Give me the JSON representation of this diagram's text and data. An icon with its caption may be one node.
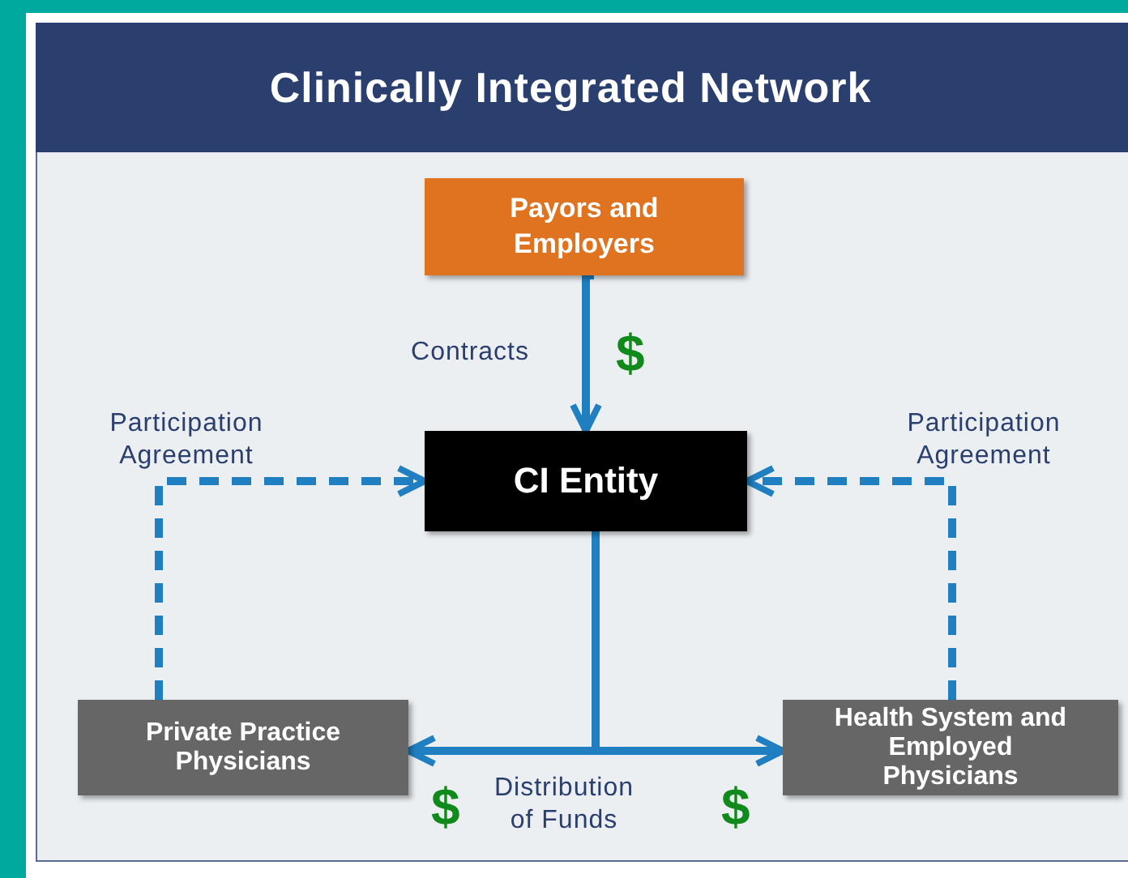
{
  "diagram": {
    "title": "Clinically Integrated Network",
    "nodes": [
      {
        "text": [
          "Payors and Employers"
        ]
      },
      {
        "text": [
          "CI Entity"
        ]
      },
      {
        "text": [
          "Private Practice Physicians"
        ]
      },
      {
        "text": [
          "Health System and Employed Physicians"
        ]
      }
    ],
    "edges": [
      {
        "from": 0,
        "to": 1,
        "arrow": "to",
        "label": "Contracts"
      },
      {
        "from": 2,
        "to": 1,
        "arrow": "to",
        "style": "dashed",
        "label": "Participation Agreement"
      },
      {
        "from": 3,
        "to": 1,
        "arrow": "to",
        "style": "dashed",
        "label": "Participation Agreement"
      },
      {
        "from": 1,
        "to": 2,
        "arrow": "to",
        "label": "Distribution of Funds"
      },
      {
        "from": 1,
        "to": 3,
        "arrow": "to"
      }
    ],
    "labels": [
      "$",
      "$",
      "$"
    ]
  }
}
